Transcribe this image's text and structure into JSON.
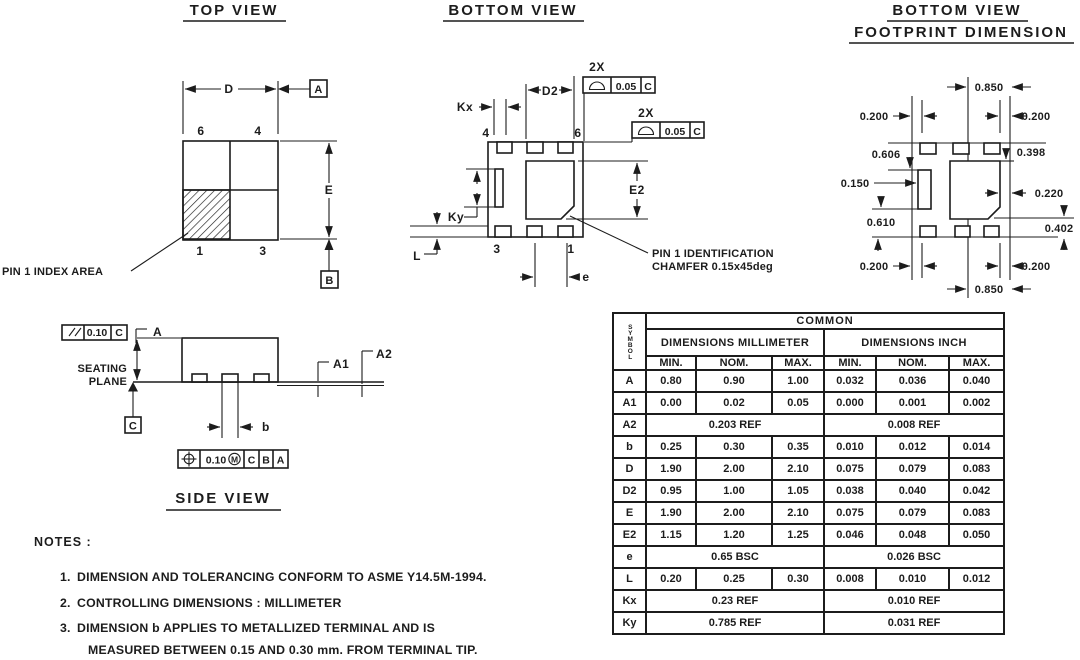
{
  "colors": {
    "ink": "#1c1c1c",
    "paper": "#ffffff"
  },
  "views": {
    "top": {
      "title": "TOP VIEW",
      "pin1_label": "PIN 1 INDEX AREA",
      "dims": {
        "d": "D",
        "e": "E"
      },
      "datums": {
        "a": "A",
        "b": "B"
      },
      "pins": {
        "top_left": "6",
        "top_right": "4",
        "bottom_left": "1",
        "bottom_right": "3"
      }
    },
    "bottom": {
      "title": "BOTTOM VIEW",
      "dims": {
        "d2": "D2",
        "e2": "E2",
        "kx": "Kx",
        "ky": "Ky",
        "l": "L",
        "e": "e"
      },
      "pins": {
        "top_left": "4",
        "top_right": "6",
        "bottom_left": "3",
        "bottom_right": "1"
      },
      "fcf": {
        "count": "2X",
        "tolerance": "0.05",
        "datum": "C"
      },
      "pin1_note_line1": "PIN 1 IDENTIFICATION",
      "pin1_note_line2": "CHAMFER 0.15x45deg"
    },
    "footprint": {
      "title_line1": "BOTTOM VIEW",
      "title_line2": "FOOTPRINT DIMENSION",
      "dims": {
        "top_center": "0.850",
        "top_left": "0.200",
        "top_right": "0.200",
        "left_upper": "0.606",
        "right_upper": "0.398",
        "left_mid": "0.150",
        "right_mid": "0.220",
        "left_lower": "0.610",
        "right_lower": "0.402",
        "bottom_left": "0.200",
        "bottom_right": "0.200",
        "bottom_center": "0.850"
      }
    },
    "side": {
      "title": "SIDE VIEW",
      "seating_line1": "SEATING",
      "seating_line2": "PLANE",
      "dims": {
        "a": "A",
        "a1": "A1",
        "a2": "A2",
        "b": "b"
      },
      "datum_c": "C",
      "parallelism": {
        "tolerance": "0.10",
        "datum": "C"
      },
      "position": {
        "tolerance": "0.10",
        "modifier": "M",
        "datum1": "C",
        "datum2": "B",
        "datum3": "A"
      }
    }
  },
  "table": {
    "header": {
      "symbol": "SYMBOL",
      "common": "COMMON",
      "mm": "DIMENSIONS MILLIMETER",
      "inch": "DIMENSIONS INCH",
      "min": "MIN.",
      "nom": "NOM.",
      "max": "MAX."
    },
    "rows": [
      {
        "symbol": "A",
        "mm": [
          "0.80",
          "0.90",
          "1.00"
        ],
        "inch": [
          "0.032",
          "0.036",
          "0.040"
        ]
      },
      {
        "symbol": "A1",
        "mm": [
          "0.00",
          "0.02",
          "0.05"
        ],
        "inch": [
          "0.000",
          "0.001",
          "0.002"
        ]
      },
      {
        "symbol": "A2",
        "mm_span": "0.203  REF",
        "inch_span": "0.008  REF"
      },
      {
        "symbol": "b",
        "mm": [
          "0.25",
          "0.30",
          "0.35"
        ],
        "inch": [
          "0.010",
          "0.012",
          "0.014"
        ]
      },
      {
        "symbol": "D",
        "mm": [
          "1.90",
          "2.00",
          "2.10"
        ],
        "inch": [
          "0.075",
          "0.079",
          "0.083"
        ]
      },
      {
        "symbol": "D2",
        "mm": [
          "0.95",
          "1.00",
          "1.05"
        ],
        "inch": [
          "0.038",
          "0.040",
          "0.042"
        ]
      },
      {
        "symbol": "E",
        "mm": [
          "1.90",
          "2.00",
          "2.10"
        ],
        "inch": [
          "0.075",
          "0.079",
          "0.083"
        ]
      },
      {
        "symbol": "E2",
        "mm": [
          "1.15",
          "1.20",
          "1.25"
        ],
        "inch": [
          "0.046",
          "0.048",
          "0.050"
        ]
      },
      {
        "symbol": "e",
        "mm_span": "0.65  BSC",
        "inch_span": "0.026  BSC"
      },
      {
        "symbol": "L",
        "mm": [
          "0.20",
          "0.25",
          "0.30"
        ],
        "inch": [
          "0.008",
          "0.010",
          "0.012"
        ]
      },
      {
        "symbol": "Kx",
        "mm_span": "0.23  REF",
        "inch_span": "0.010  REF"
      },
      {
        "symbol": "Ky",
        "mm_span": "0.785  REF",
        "inch_span": "0.031  REF"
      }
    ]
  },
  "notes": {
    "heading": "NOTES :",
    "items": [
      {
        "num": "1.",
        "text": "DIMENSION AND TOLERANCING CONFORM TO ASME Y14.5M-1994."
      },
      {
        "num": "2.",
        "text": "CONTROLLING DIMENSIONS : MILLIMETER"
      },
      {
        "num": "3.",
        "text": "DIMENSION b APPLIES TO METALLIZED TERMINAL AND IS",
        "text2": "MEASURED BETWEEN 0.15 AND 0.30 mm. FROM TERMINAL TIP."
      }
    ]
  }
}
